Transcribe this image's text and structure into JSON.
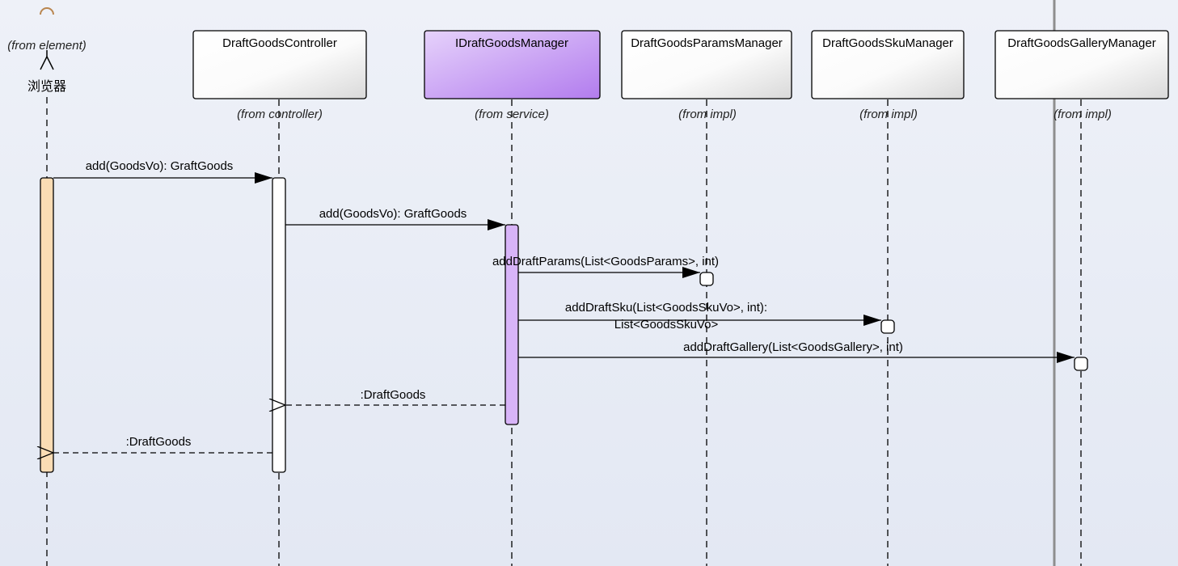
{
  "actor": {
    "origin": "(from element)",
    "name": "浏览器"
  },
  "lifelines": [
    {
      "id": "controller",
      "name": "DraftGoodsController",
      "origin": "(from controller)",
      "style": "plain"
    },
    {
      "id": "manager",
      "name": "IDraftGoodsManager",
      "origin": "(from service)",
      "style": "interface"
    },
    {
      "id": "params",
      "name": "DraftGoodsParamsManager",
      "origin": "(from impl)",
      "style": "plain"
    },
    {
      "id": "sku",
      "name": "DraftGoodsSkuManager",
      "origin": "(from impl)",
      "style": "plain"
    },
    {
      "id": "gallery",
      "name": "DraftGoodsGalleryManager",
      "origin": "(from impl)",
      "style": "plain"
    }
  ],
  "messages": [
    {
      "label": "add(GoodsVo): GraftGoods",
      "type": "sync"
    },
    {
      "label": "add(GoodsVo): GraftGoods",
      "type": "sync"
    },
    {
      "label": "addDraftParams(List<GoodsParams>, int)",
      "type": "sync"
    },
    {
      "label_line1": "addDraftSku(List<GoodsSkuVo>, int):",
      "label_line2": "List<GoodsSkuVo>",
      "type": "sync"
    },
    {
      "label": "addDraftGallery(List<GoodsGallery>, int)",
      "type": "sync"
    },
    {
      "label": ":DraftGoods",
      "type": "return"
    },
    {
      "label": ":DraftGoods",
      "type": "return"
    }
  ],
  "colors": {
    "actor_activation": "#fadcb4",
    "interface_box": "#c99cf2",
    "manager_activation": "#d8b4f8",
    "plain_box": "#ffffff"
  }
}
